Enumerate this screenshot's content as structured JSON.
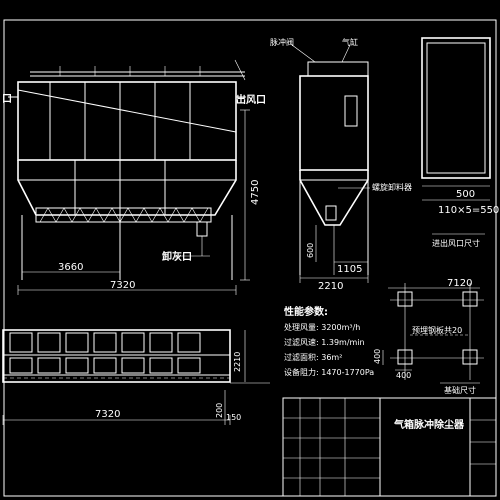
{
  "front_view": {
    "outlet_left_label": "口",
    "outlet_right_label": "出风口",
    "discharge_label": "卸灰口",
    "dim_height": "4750",
    "dim_hopper_width": "3660",
    "dim_total_width": "7320"
  },
  "side_view": {
    "label_pulse_valve": "脉冲阀",
    "label_cylinder": "气缸",
    "label_screw": "螺旋卸料器",
    "dim_600": "600",
    "dim_1105": "1105",
    "dim_2210": "2210"
  },
  "inlet_view": {
    "dim_500": "500",
    "dim_formula": "110×5=550",
    "caption": "进出风口尺寸"
  },
  "parameters": {
    "heading": "性能参数:",
    "rows": [
      "处理风量: 3200m³/h",
      "过滤风速: 1.39m/min",
      "过滤面积: 36m²",
      "设备阻力: 1470-1770Pa"
    ]
  },
  "foundation": {
    "dim_7120": "7120",
    "dim_400a": "400",
    "dim_400b": "400",
    "plate_label": "预埋钢板共20",
    "caption": "基础尺寸"
  },
  "plan_view": {
    "dim_2210": "2210",
    "dim_200": "200",
    "dim_7320": "7320",
    "dim_150": "150"
  },
  "title_block": {
    "title": "气箱脉冲除尘器"
  }
}
